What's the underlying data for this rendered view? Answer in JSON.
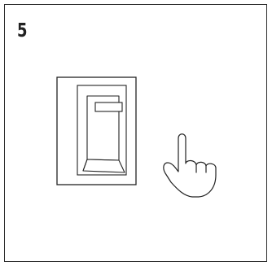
{
  "step": {
    "number": "5"
  },
  "illustration": {
    "subject": "wall-light-switch",
    "state": "toggle-pressed",
    "gesture": "pointing-hand-press",
    "line_color": "#222222",
    "background_color": "#ffffff"
  }
}
